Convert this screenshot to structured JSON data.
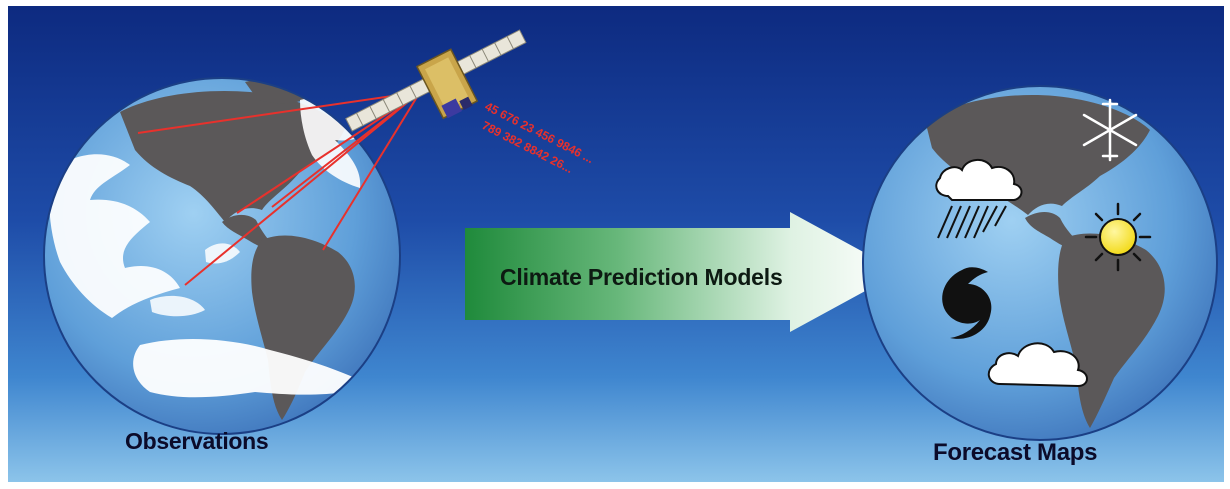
{
  "labels": {
    "observations": "Observations",
    "model": "Climate Prediction Models",
    "forecast": "Forecast Maps"
  },
  "data_stream": {
    "line1": "45 676 23 456 9846 ...",
    "line2": "789 382 8842 26..."
  },
  "icons": {
    "satellite": "satellite-icon",
    "rain_cloud": "rain-cloud-icon",
    "snowflake": "snowflake-icon",
    "sun": "sun-icon",
    "hurricane": "hurricane-icon",
    "cloud": "cloud-icon"
  },
  "colors": {
    "sky_top": "#0e2f86",
    "sky_bottom": "#7cbce8",
    "ocean": "#5ea2de",
    "land": "#5b5859",
    "beam": "#e8312c",
    "arrow_start": "#1e8f3c",
    "arrow_end": "#ffffff",
    "sun": "#f6e21a"
  }
}
